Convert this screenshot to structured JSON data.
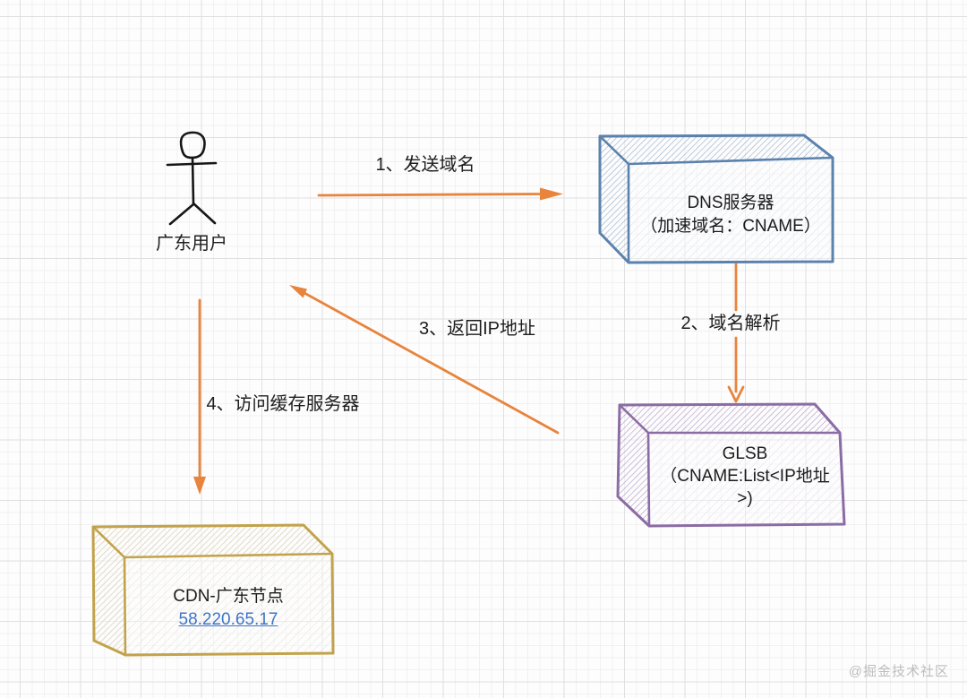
{
  "canvas": {
    "background": "grid-paper",
    "watermark": "@掘金技术社区"
  },
  "colors": {
    "arrow": "#E8843C",
    "dns_box_outline": "#5B81AD",
    "glsb_box_outline": "#8C6CA4",
    "cdn_box_outline": "#C2A24B",
    "ip_link": "#3E74C9",
    "text": "#1D1D1D",
    "watermark": "#BDBDBD"
  },
  "nodes": {
    "user": {
      "label": "广东用户"
    },
    "dns": {
      "line1": "DNS服务器",
      "line2": "（加速域名：CNAME）"
    },
    "glsb": {
      "line1": "GLSB",
      "line2": "（CNAME:List<IP地址",
      "line3": ">)"
    },
    "cdn": {
      "line1": "CDN-广东节点",
      "ip": "58.220.65.17"
    }
  },
  "arrows": [
    {
      "label": "1、发送域名",
      "from": "user",
      "to": "dns"
    },
    {
      "label": "2、域名解析",
      "from": "dns",
      "to": "glsb"
    },
    {
      "label": "3、返回IP地址",
      "from": "glsb",
      "to": "user"
    },
    {
      "label": "4、访问缓存服务器",
      "from": "user",
      "to": "cdn"
    }
  ]
}
